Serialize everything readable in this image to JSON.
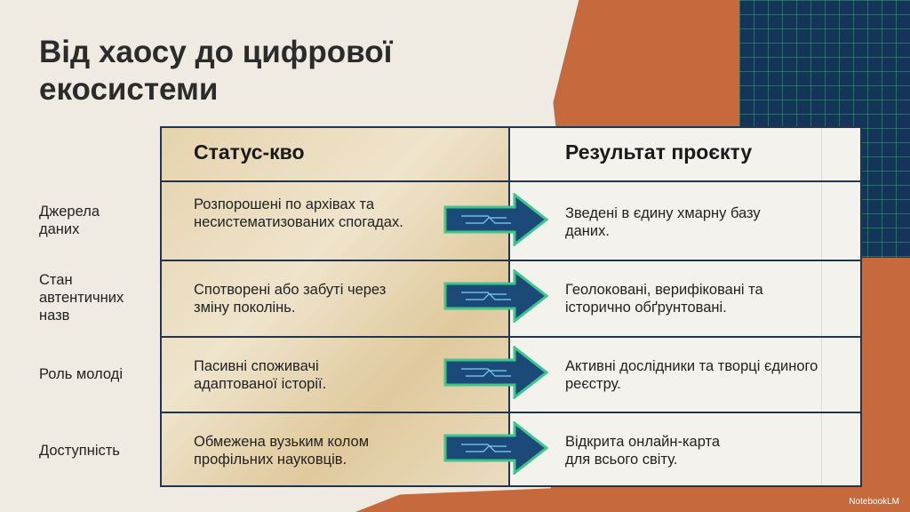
{
  "title": "Від хаосу до цифрової екосистеми",
  "headers": {
    "status_quo": "Статус-кво",
    "result": "Результат проєкту"
  },
  "rows": [
    {
      "label": "Джерела даних",
      "before": "Розпорошені по архівах та несистематизованих спогадах.",
      "after": "Зведені в єдину хмарну базу даних."
    },
    {
      "label": "Стан автентичних назв",
      "before": "Спотворені або забуті через зміну поколінь.",
      "after": "Геолоковані, верифіковані та історично обґрунтовані."
    },
    {
      "label": "Роль молоді",
      "before": "Пасивні споживачі адаптованої історії.",
      "after": "Активні дослідники та творці єдиного реєстру."
    },
    {
      "label": "Доступність",
      "before": "Обмежена вузьким колом профільних науковців.",
      "after": "Відкрита онлайн-карта для всього світу."
    }
  ],
  "brand": "NotebookLM",
  "colors": {
    "orange": "#c66a3d",
    "navy": "#14345a",
    "accent": "#2fbf7a"
  }
}
